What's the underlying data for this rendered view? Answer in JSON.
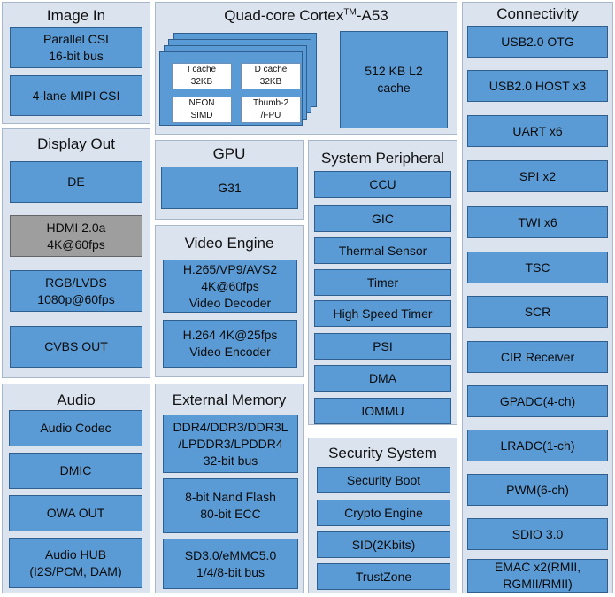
{
  "image_in": {
    "title": "Image In",
    "blocks": [
      "Parallel CSI\n16-bit bus",
      "4-lane MIPI CSI"
    ]
  },
  "cpu": {
    "title_pre": "Quad-core  Cortex",
    "title_sup": "TM",
    "title_post": "-A53",
    "core_blocks": [
      "I cache\n32KB",
      "D cache\n32KB",
      "NEON\nSIMD",
      "Thumb-2\n/FPU"
    ],
    "l2": "512 KB L2\ncache"
  },
  "connectivity": {
    "title": "Connectivity",
    "blocks": [
      "USB2.0 OTG",
      "USB2.0 HOST x3",
      "UART x6",
      "SPI x2",
      "TWI x6",
      "TSC",
      "SCR",
      "CIR Receiver",
      "GPADC(4-ch)",
      "LRADC(1-ch)",
      "PWM(6-ch)",
      "SDIO 3.0",
      "EMAC x2(RMII,\nRGMII/RMII)"
    ]
  },
  "display_out": {
    "title": "Display Out",
    "blocks": [
      "DE",
      "HDMI 2.0a\n4K@60fps",
      "RGB/LVDS\n1080p@60fps",
      "CVBS OUT"
    ],
    "highlight_color": "#9e9e9e"
  },
  "gpu": {
    "title": "GPU",
    "blocks": [
      "G31"
    ]
  },
  "system_peripheral": {
    "title": "System Peripheral",
    "blocks": [
      "CCU",
      "GIC",
      "Thermal Sensor",
      "Timer",
      "High Speed Timer",
      "PSI",
      "DMA",
      "IOMMU"
    ]
  },
  "video_engine": {
    "title": "Video Engine",
    "blocks": [
      "H.265/VP9/AVS2\n4K@60fps\nVideo Decoder",
      "H.264 4K@25fps\nVideo Encoder"
    ]
  },
  "audio": {
    "title": "Audio",
    "blocks": [
      "Audio Codec",
      "DMIC",
      "OWA OUT",
      "Audio HUB\n(I2S/PCM, DAM)"
    ]
  },
  "external_memory": {
    "title": "External Memory",
    "blocks": [
      "DDR4/DDR3/DDR3L\n/LPDDR3/LPDDR4\n32-bit bus",
      "8-bit Nand Flash\n80-bit ECC",
      "SD3.0/eMMC5.0\n1/4/8-bit bus"
    ]
  },
  "security_system": {
    "title": "Security System",
    "blocks": [
      "Security Boot",
      "Crypto Engine",
      "SID(2Kbits)",
      "TrustZone"
    ]
  },
  "colors": {
    "block_fill": "#5b9bd5",
    "group_fill": "#dbe3ef"
  }
}
